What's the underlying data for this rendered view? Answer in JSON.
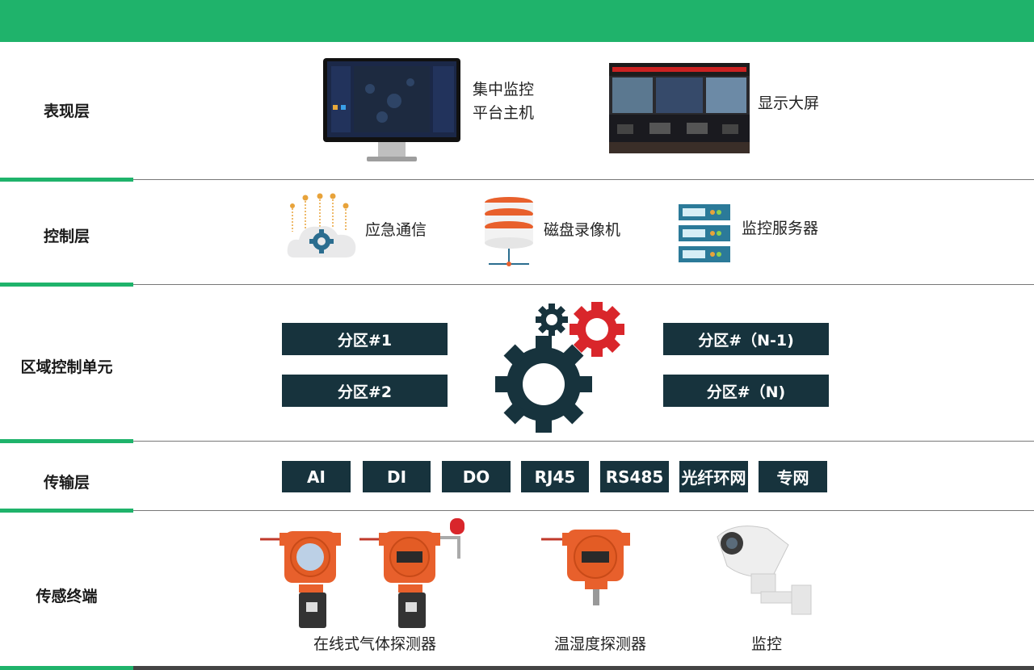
{
  "layers": {
    "presentation": "表现层",
    "control": "控制层",
    "zone_control": "区域控制单元",
    "transport": "传输层",
    "sensor": "传感终端"
  },
  "presentation": {
    "host_line1": "集中监控",
    "host_line2": "平台主机",
    "big_screen": "显示大屏"
  },
  "control": {
    "emergency": "应急通信",
    "disk_recorder": "磁盘录像机",
    "monitor_server": "监控服务器"
  },
  "zones": [
    "分区#1",
    "分区#2",
    "分区#（N-1)",
    "分区#（N)"
  ],
  "transport": [
    "AI",
    "DI",
    "DO",
    "RJ45",
    "RS485",
    "光纤环网",
    "专网"
  ],
  "sensors": {
    "gas_detector": "在线式气体探测器",
    "temp_humidity": "温湿度探测器",
    "camera": "监控"
  },
  "colors": {
    "accent": "#1fb36b",
    "box": "#17333d",
    "gear_red": "#d9262b",
    "orange": "#e8602c"
  }
}
